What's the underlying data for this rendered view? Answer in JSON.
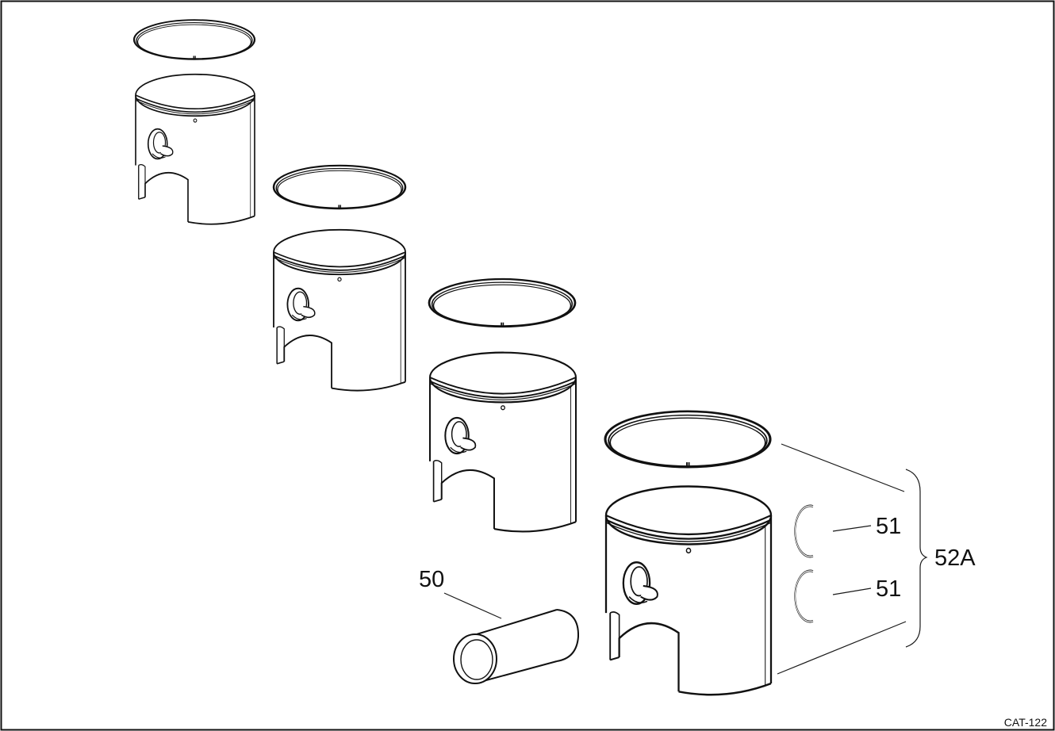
{
  "figure_code": "CAT-122",
  "callouts": {
    "pin": "50",
    "circlip_upper": "51",
    "circlip_lower": "51",
    "kit": "52A"
  },
  "parts": [
    {
      "kind": "piston",
      "has_ring": true
    },
    {
      "kind": "piston",
      "has_ring": true
    },
    {
      "kind": "piston",
      "has_ring": true
    },
    {
      "kind": "piston",
      "has_ring": true
    },
    {
      "kind": "piston-pin"
    },
    {
      "kind": "circlip"
    },
    {
      "kind": "circlip"
    }
  ]
}
